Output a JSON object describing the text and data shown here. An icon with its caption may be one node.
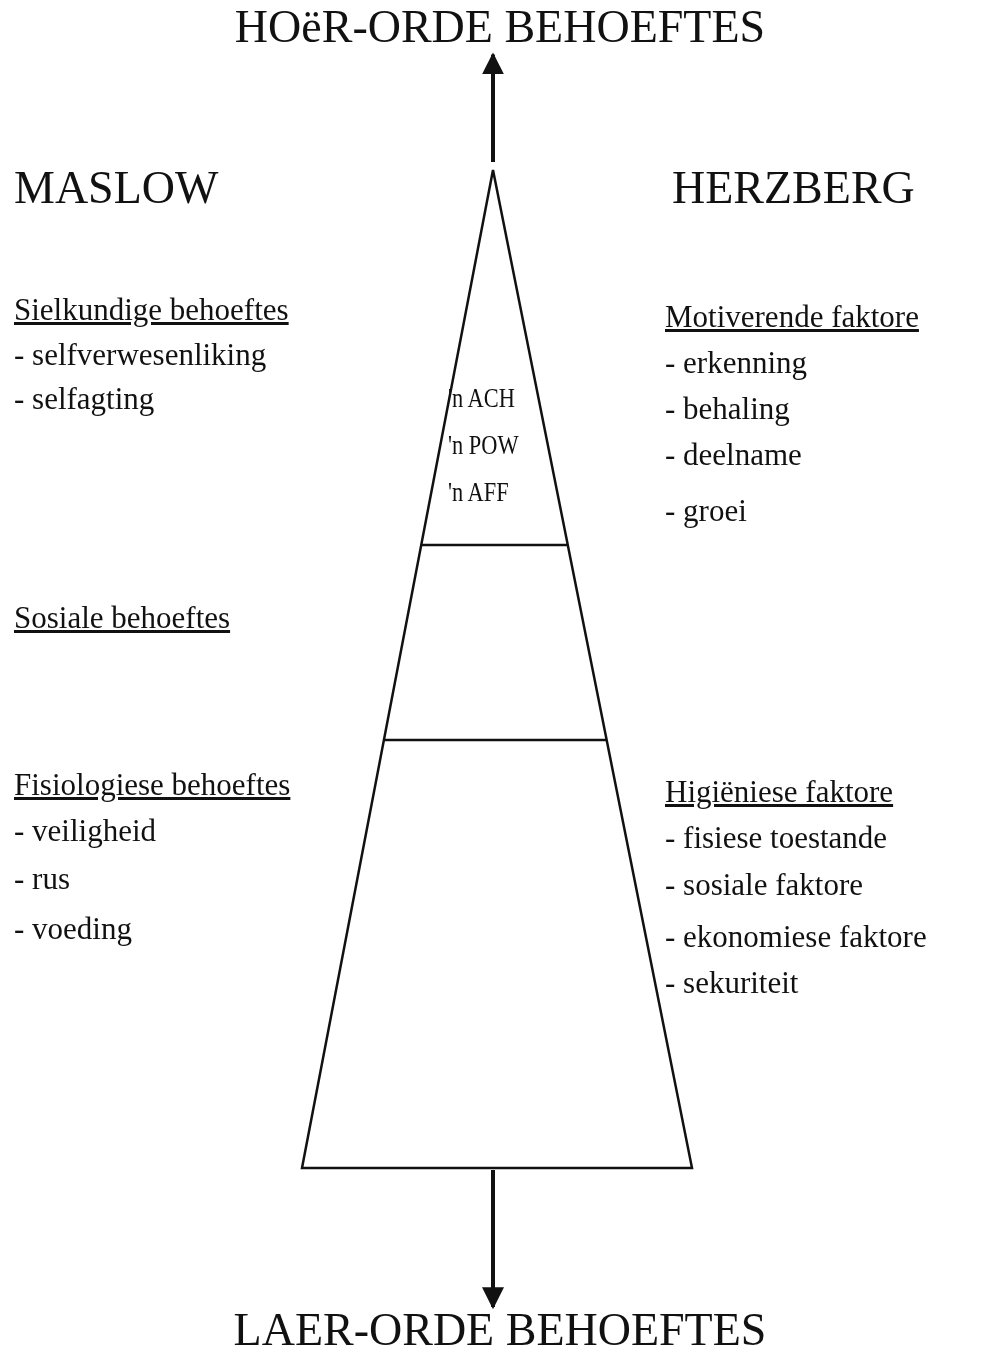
{
  "diagram": {
    "nodes": [
      {
        "text": [
          "HOëR-ORDE BEHOEFTES"
        ]
      },
      {
        "text": [
          "'n ACH",
          "'n POW",
          "'n AFF"
        ]
      },
      {
        "text": [
          "LAER-ORDE BEHOEFTES"
        ]
      }
    ],
    "edges": [
      {
        "from": 1,
        "to": 0,
        "arrow": "to"
      },
      {
        "from": 1,
        "to": 2,
        "arrow": "to"
      }
    ],
    "labels": [
      "MASLOW",
      "HERZBERG",
      "Sielkundige behoeftes",
      "- selfverwesenliking",
      "- selfagting",
      "Motiverende faktore",
      "- erkenning",
      "- behaling",
      "- deelname",
      "- groei",
      "Sosiale behoeftes",
      "Fisiologiese behoeftes",
      "- veiligheid",
      "- rus",
      "- voeding",
      "Higiëniese faktore",
      "- fisiese toestande",
      "- sosiale faktore",
      "- ekonomiese faktore",
      "- sekuriteit"
    ]
  }
}
